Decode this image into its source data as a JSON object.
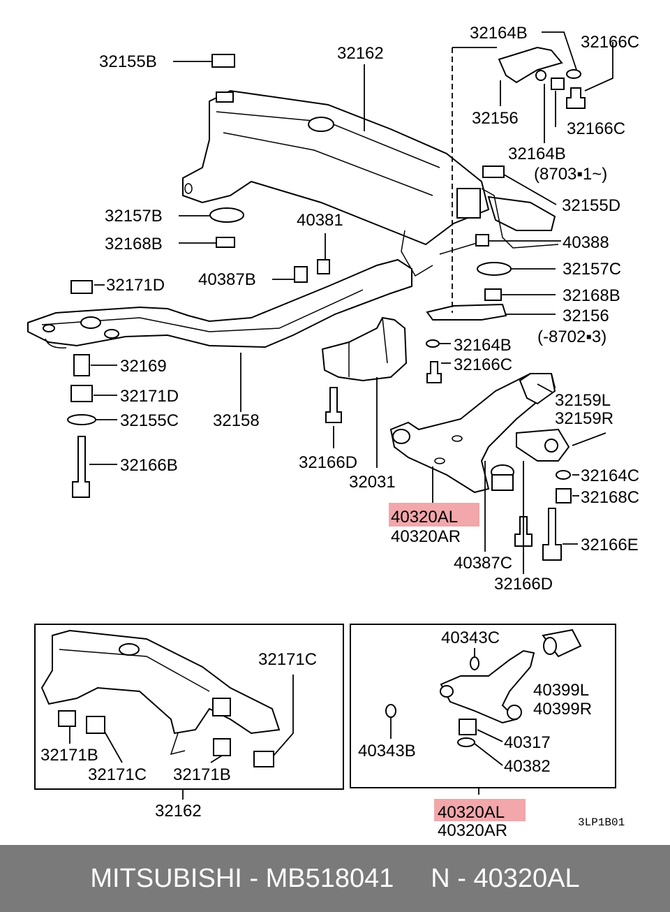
{
  "labels": {
    "l1": "32155B",
    "l2": "32162",
    "l3": "32164B",
    "l4": "32166C",
    "l5": "32156",
    "l6": "32166C",
    "l7": "32164B",
    "l8": "(8703▪1~)",
    "l9": "32155D",
    "l10": "32157B",
    "l11": "40381",
    "l12": "32168B",
    "l13": "40388",
    "l14": "40387B",
    "l15": "32157C",
    "l16": "32171D",
    "l17": "32168B",
    "l18": "32156",
    "l19": "(-8702▪3)",
    "l20": "32164B",
    "l21": "32166C",
    "l22": "32169",
    "l23": "32171D",
    "l24": "32159L",
    "l25": "32159R",
    "l26": "32155C",
    "l27": "32158",
    "l28": "32166B",
    "l29": "32164C",
    "l30": "32166D",
    "l31": "32168C",
    "l32": "32031",
    "l33": "40320AL",
    "l34": "40320AR",
    "l35": "32166E",
    "l36": "40387C",
    "l37": "32166D",
    "l38": "32171C",
    "l39": "40343C",
    "l40": "40399L",
    "l41": "40399R",
    "l42": "40317",
    "l43": "40343B",
    "l44": "32171B",
    "l45": "32171C",
    "l46": "32171B",
    "l47": "40382",
    "l48": "32162",
    "l49": "40320AL",
    "l50": "40320AR",
    "l51": "3LP1B01"
  },
  "highlight_color": "#f2a7ab",
  "footer": {
    "brand": "MITSUBISHI",
    "sep1": " - ",
    "part_number": "MB518041",
    "gap": "     ",
    "ref": "N - 40320AL"
  }
}
